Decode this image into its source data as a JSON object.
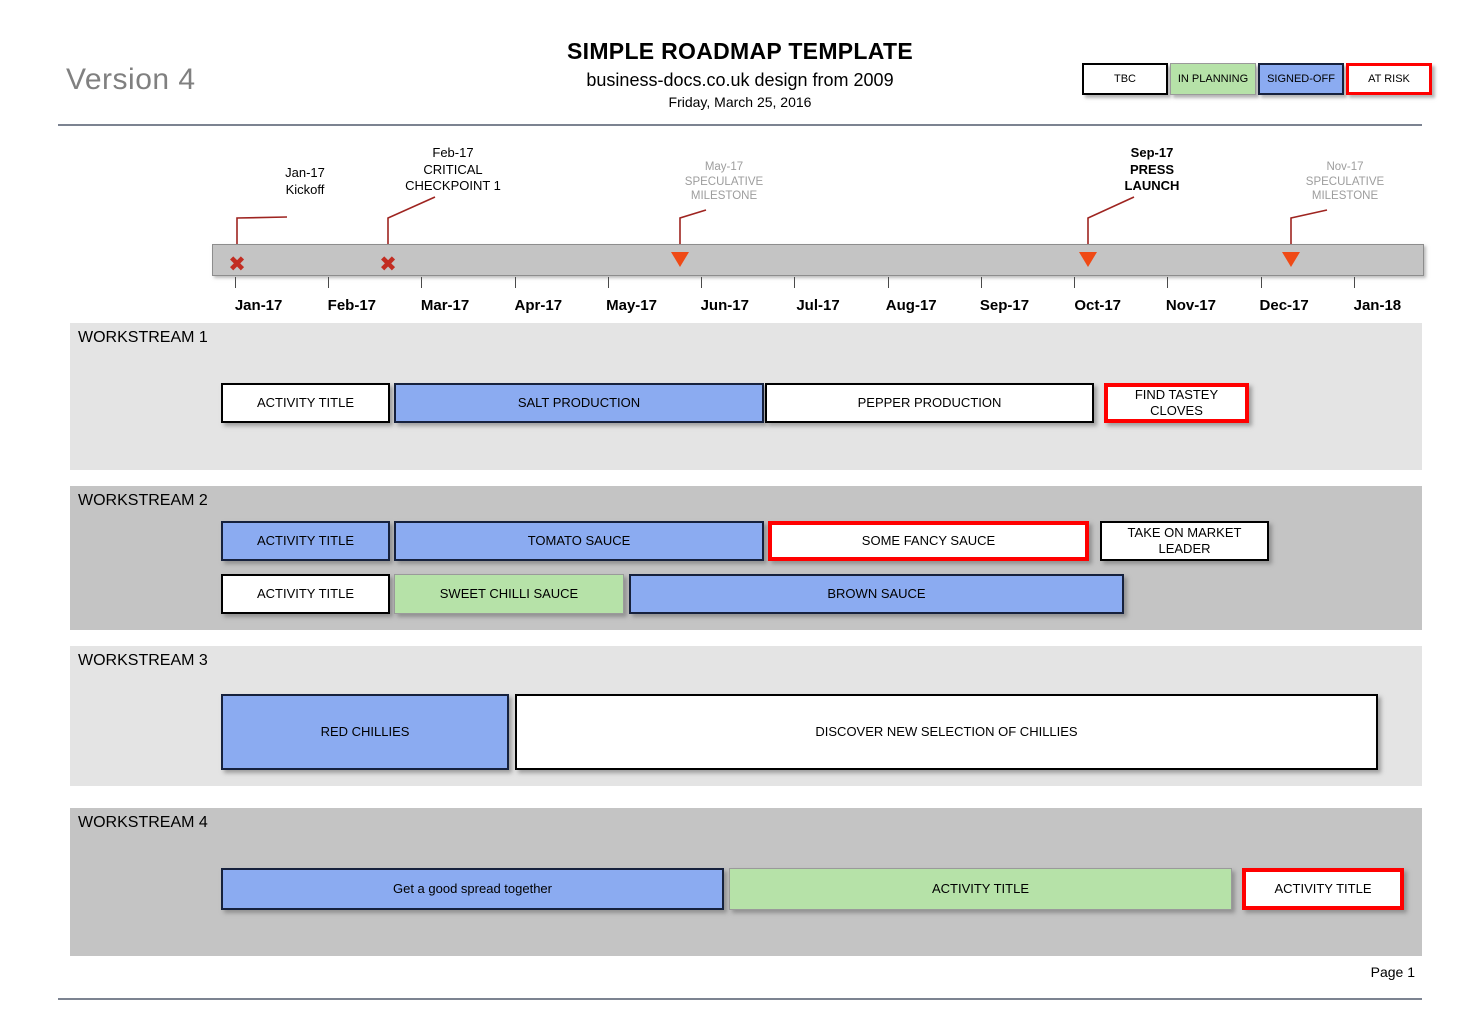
{
  "header": {
    "version": "Version 4",
    "title": "SIMPLE ROADMAP TEMPLATE",
    "subtitle": "business-docs.co.uk design from 2009",
    "date": "Friday, March 25, 2016"
  },
  "legend": [
    {
      "label": "TBC",
      "style": "tbc"
    },
    {
      "label": "IN PLANNING",
      "style": "planning"
    },
    {
      "label": "SIGNED-OFF",
      "style": "signed"
    },
    {
      "label": "AT RISK",
      "style": "risk"
    }
  ],
  "timeline": {
    "months": [
      "Jan-17",
      "Feb-17",
      "Mar-17",
      "Apr-17",
      "May-17",
      "Jun-17",
      "Jul-17",
      "Aug-17",
      "Sep-17",
      "Oct-17",
      "Nov-17",
      "Dec-17",
      "Jan-18"
    ],
    "milestones": [
      {
        "date": "Jan-17",
        "label": "Kickoff",
        "marker": "x-icon",
        "emphasis": "normal"
      },
      {
        "date": "Feb-17",
        "label": "CRITICAL CHECKPOINT 1",
        "marker": "x-icon",
        "emphasis": "normal"
      },
      {
        "date": "May-17",
        "label": "SPECULATIVE MILESTONE",
        "marker": "triangle-icon",
        "emphasis": "speculative"
      },
      {
        "date": "Sep-17",
        "label": "PRESS LAUNCH",
        "marker": "triangle-icon",
        "emphasis": "bold"
      },
      {
        "date": "Nov-17",
        "label": "SPECULATIVE MILESTONE",
        "marker": "triangle-icon",
        "emphasis": "speculative"
      }
    ]
  },
  "workstreams": [
    {
      "title": "WORKSTREAM 1",
      "band": "light",
      "rows": [
        [
          {
            "label": "ACTIVITY TITLE",
            "style": "tbc"
          },
          {
            "label": "SALT PRODUCTION",
            "style": "signed"
          },
          {
            "label": "PEPPER PRODUCTION",
            "style": "tbc"
          },
          {
            "label": "FIND TASTEY CLOVES",
            "style": "risk"
          }
        ]
      ]
    },
    {
      "title": "WORKSTREAM 2",
      "band": "dark",
      "rows": [
        [
          {
            "label": "ACTIVITY TITLE",
            "style": "signed"
          },
          {
            "label": "TOMATO SAUCE",
            "style": "signed"
          },
          {
            "label": "SOME FANCY SAUCE",
            "style": "risk"
          },
          {
            "label": "TAKE ON MARKET LEADER",
            "style": "tbc"
          }
        ],
        [
          {
            "label": "ACTIVITY TITLE",
            "style": "tbc"
          },
          {
            "label": "SWEET CHILLI SAUCE",
            "style": "planning"
          },
          {
            "label": "BROWN SAUCE",
            "style": "signed"
          }
        ]
      ]
    },
    {
      "title": "WORKSTREAM 3",
      "band": "light",
      "rows": [
        [
          {
            "label": "RED CHILLIES",
            "style": "signed"
          },
          {
            "label": "DISCOVER NEW SELECTION OF CHILLIES",
            "style": "tbc"
          }
        ]
      ]
    },
    {
      "title": "WORKSTREAM 4",
      "band": "dark",
      "rows": [
        [
          {
            "label": "Get a good spread together",
            "style": "signed"
          },
          {
            "label": "ACTIVITY TITLE",
            "style": "planning"
          },
          {
            "label": "ACTIVITY TITLE",
            "style": "risk"
          }
        ]
      ]
    }
  ],
  "footer": {
    "page": "Page 1"
  },
  "colors": {
    "signed_off": "#8babf1",
    "in_planning": "#b6e2a8",
    "at_risk": "#ff0000",
    "tbc": "#ffffff",
    "timeline_bar": "#c4c4c4",
    "band_light": "#e4e4e4",
    "band_dark": "#c4c4c4",
    "marker": "#ef4a16"
  }
}
